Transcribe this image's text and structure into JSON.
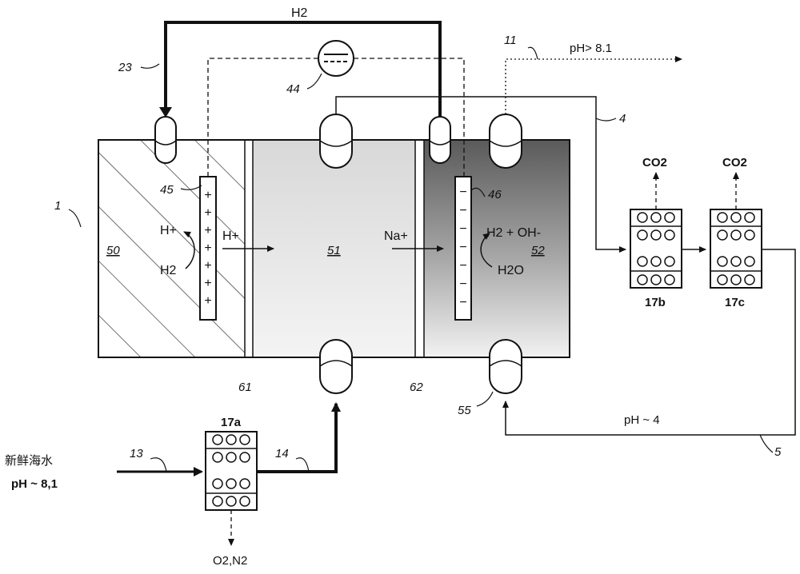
{
  "labels": {
    "h2_top": "H2",
    "ph_out": "pH> 8.1",
    "ph_mid": "pH ~ 4",
    "fresh_seawater": "新鲜海水",
    "ph_in": "pH ~ 8,1",
    "co2_b": "CO2",
    "co2_c": "CO2",
    "o2n2": "O2,N2",
    "hplus_anode": "H+",
    "hplus_flow": "H+",
    "h2_anode": "H2",
    "naplus": "Na+",
    "h2_ohminus": "H2 + OH-",
    "h2o": "H2O"
  },
  "refs": {
    "r1": "1",
    "r4": "4",
    "r5": "5",
    "r11": "11",
    "r13": "13",
    "r14": "14",
    "r17a": "17a",
    "r17b": "17b",
    "r17c": "17c",
    "r23": "23",
    "r44": "44",
    "r45": "45",
    "r46": "46",
    "r50": "50",
    "r51": "51",
    "r52": "52",
    "r55": "55",
    "r61": "61",
    "r62": "62"
  },
  "electrodes": {
    "anode_sign": "+",
    "cathode_sign": "−"
  }
}
